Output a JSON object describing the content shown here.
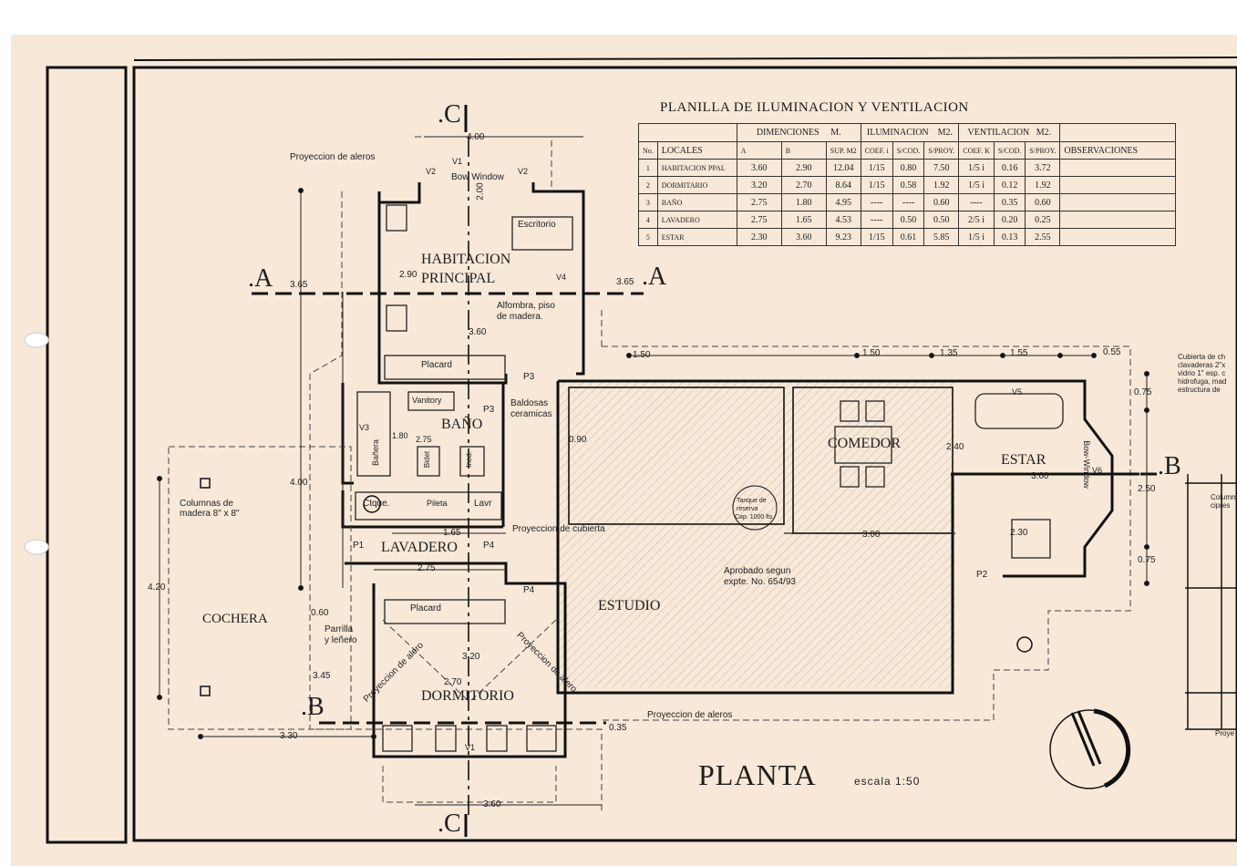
{
  "sections": {
    "c_top": ".C",
    "c_bottom": ".C",
    "a_left": ".A",
    "a_right": ".A",
    "b_left": ".B",
    "b_right": ".B"
  },
  "table": {
    "title": "PLANILLA DE ILUMINACION Y VENTILACION",
    "groups": {
      "dimensiones": "DIMENCIONES",
      "dim_unit": "M.",
      "iluminacion": "ILUMINACION",
      "ilu_unit": "M2.",
      "ventilacion": "VENTILACION",
      "ven_unit": "M2."
    },
    "headers": [
      "No.",
      "LOCALES",
      "A",
      "B",
      "SUP. M2",
      "COEF. i",
      "S/COD.",
      "S/PROY.",
      "COEF. K",
      "S/COD.",
      "S/PROY.",
      "OBSERVACIONES"
    ],
    "rows": [
      [
        "1",
        "HABITACION PPAL",
        "3.60",
        "2.90",
        "12.04",
        "1/15",
        "0.80",
        "7.50",
        "1/5 i",
        "0.16",
        "3.72",
        ""
      ],
      [
        "2",
        "DORMITARIO",
        "3.20",
        "2.70",
        "8.64",
        "1/15",
        "0.58",
        "1.92",
        "1/5 i",
        "0.12",
        "1.92",
        ""
      ],
      [
        "3",
        "BAÑO",
        "2.75",
        "1.80",
        "4.95",
        "----",
        "----",
        "0.60",
        "----",
        "0.35",
        "0.60",
        ""
      ],
      [
        "4",
        "LAVADERO",
        "2.75",
        "1.65",
        "4.53",
        "----",
        "0.50",
        "0.50",
        "2/5 i",
        "0.20",
        "0.25",
        ""
      ],
      [
        "5",
        "ESTAR",
        "2.30",
        "3.60",
        "9.23",
        "1/15",
        "0.61",
        "5.85",
        "1/5 i",
        "0.13",
        "2.55",
        ""
      ]
    ]
  },
  "rooms": {
    "habitacion_1": "HABITACION",
    "habitacion_2": "PRINCIPAL",
    "bano": "BAÑO",
    "lavadero": "LAVADERO",
    "cochera": "COCHERA",
    "dormitorio": "DORMITORIO",
    "estudio": "ESTUDIO",
    "comedor": "COMEDOR",
    "estar": "ESTAR"
  },
  "notes": {
    "proy_aleros_top": "Proyeccion de aleros",
    "bow_window": "Bow Window",
    "escritorio": "Escritorio",
    "alfombra": "Alfombra, piso",
    "alfombra2": "de madera.",
    "placard_top": "Placard",
    "vanitory": "Vanitory",
    "baldosas": "Baldosas",
    "baldosas2": "ceramicas",
    "banera": "Bañera",
    "bidet": "Bidet",
    "inodoro": "Inod.",
    "ctque": "Ctque.",
    "pileta": "Pileta",
    "lavr": "Lavr",
    "columnas": "Columnas de",
    "columnas2": "madera 8\" x 8\"",
    "proy_cubierta": "Proyeccion de cubierta",
    "parrilla": "Parrilla",
    "parrilla2": "y leñero",
    "placard_bot": "Placard",
    "proy_alero_l": "Proyeccion de alero",
    "proy_alero_r": "Proyeccion de alero",
    "proy_aleros_bot": "Proyeccion de aleros",
    "aprobado": "Aprobado segun",
    "aprobado2": "expte. No. 654/93",
    "tanque1": "Tanque de",
    "tanque2": "reserva",
    "tanque3": "Cap. 1000 lts",
    "cubierta1": "Cubierta de ch",
    "cubierta2": "clavaderas 2\"x",
    "cubierta3": "vidrio 1\" esp. c",
    "cubierta4": "hidrofuga, mad",
    "cubierta5": "estructura de",
    "columnas_r": "Columnas",
    "columnas_r2": "cipres",
    "proy_r": "Proye",
    "bow_window_r": "Bow-Window",
    "planta": "PLANTA",
    "escala": "escala 1:50"
  },
  "marks": {
    "v1": "V1",
    "v2a": "V2",
    "v2b": "V2",
    "v4": "V4",
    "v5": "V5",
    "v6": "V6",
    "v3": "V3",
    "v1b": "V1",
    "p1": "P1",
    "p2": "P2",
    "p3a": "P3",
    "p3b": "P3",
    "p4a": "P4",
    "p4b": "P4"
  },
  "dims": {
    "d400_top": "4.00",
    "d200": "2.00",
    "d365_l": "3.65",
    "d365_r": "3.65",
    "d290": "2.90",
    "d360": "3.60",
    "d150": "1.50",
    "d150b": "1.50",
    "d135": "1.35",
    "d155": "1.55",
    "d055": "0.55",
    "d075": "0.75",
    "d400_l": "4.00",
    "d180": "1.80",
    "d275a": "2.75",
    "d090": "0.90",
    "d240": "2.40",
    "d360b": "3.60",
    "d250": "2.50",
    "d165": "1.65",
    "d300": "3.00",
    "d230": "2.30",
    "d075b": "0.75",
    "d275b": "2.75",
    "d420": "4.20",
    "d060": "0.60",
    "d320": "3.20",
    "d345": "3.45",
    "d270": "2.70",
    "d330": "3.30",
    "d360c": "3.60",
    "d035": "0.35"
  }
}
